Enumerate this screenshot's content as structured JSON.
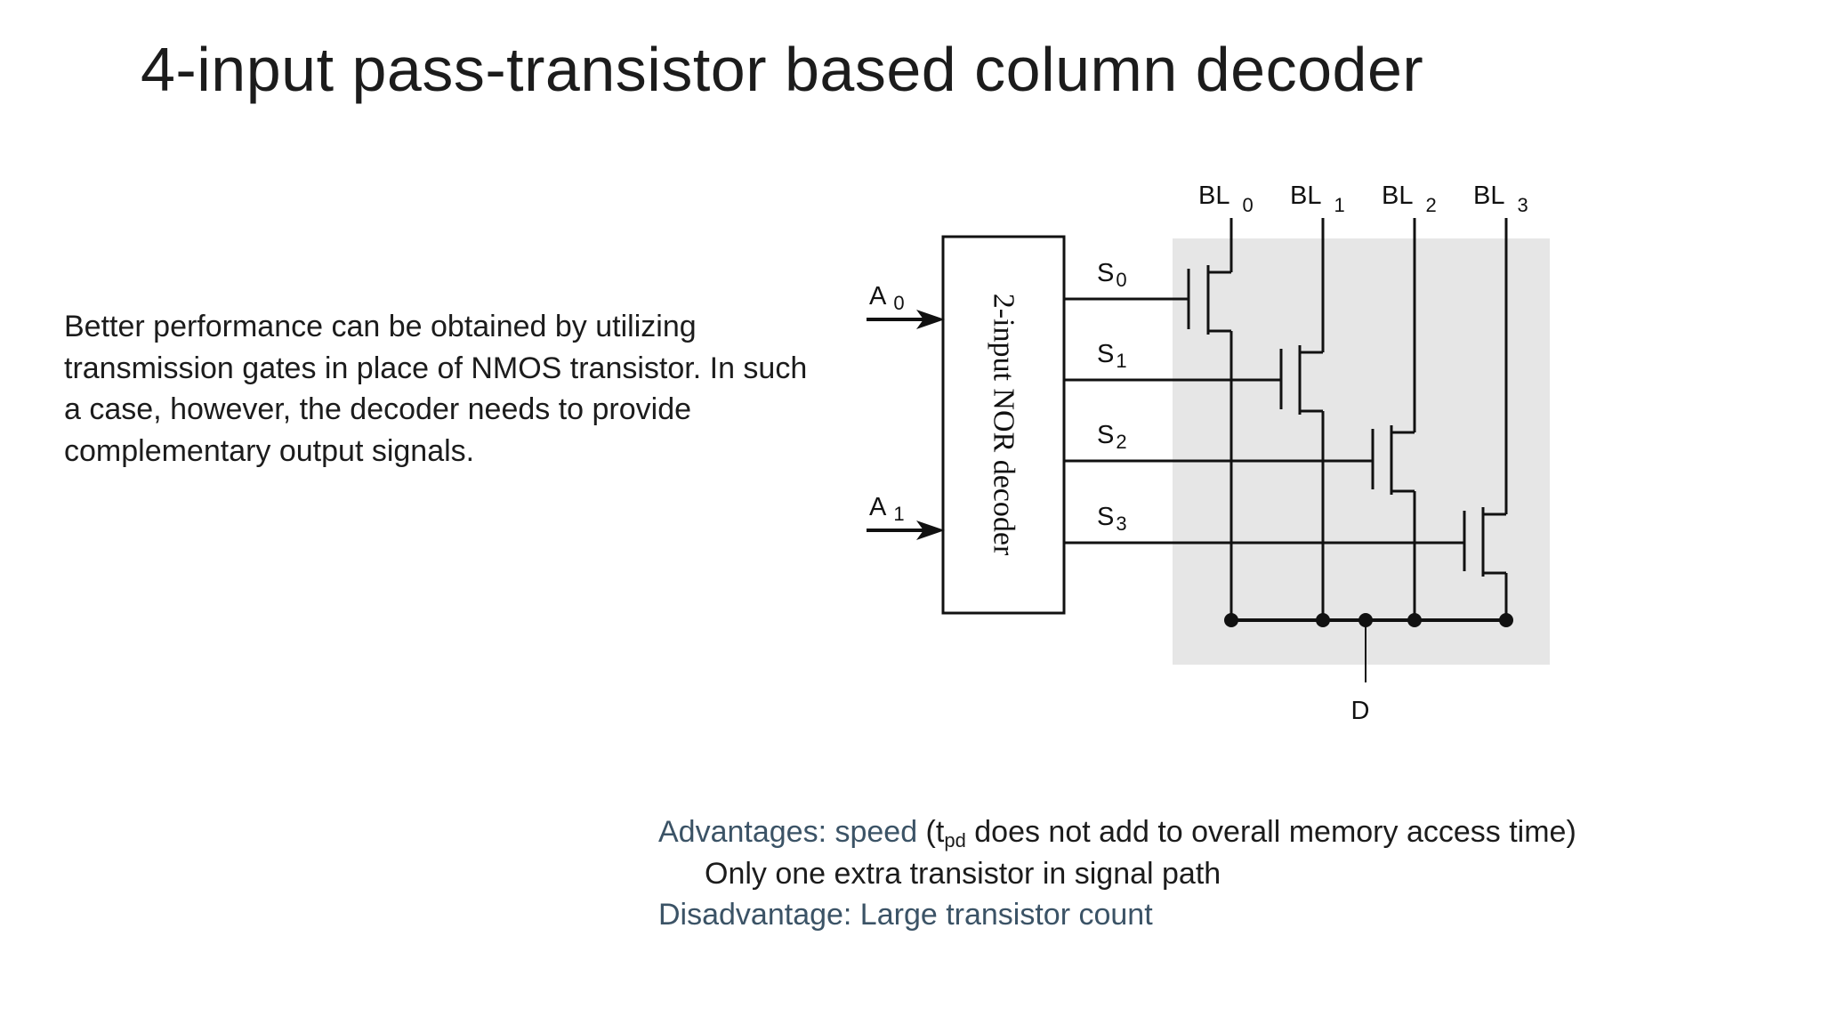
{
  "title": "4-input pass-transistor based column decoder",
  "body": "Better performance can be obtained by utilizing transmission gates in place of NMOS transistor. In such a case, however, the decoder needs to provide complementary output signals.",
  "diagram": {
    "decoder_label": "2-input NOR decoder",
    "inputs": [
      {
        "name": "A",
        "index": "0"
      },
      {
        "name": "A",
        "index": "1"
      }
    ],
    "select_lines": [
      {
        "name": "S",
        "index": "0"
      },
      {
        "name": "S",
        "index": "1"
      },
      {
        "name": "S",
        "index": "2"
      },
      {
        "name": "S",
        "index": "3"
      }
    ],
    "bitlines": [
      {
        "name": "BL",
        "index": "0"
      },
      {
        "name": "BL",
        "index": "1"
      },
      {
        "name": "BL",
        "index": "2"
      },
      {
        "name": "BL",
        "index": "3"
      }
    ],
    "output_label": "D"
  },
  "summary": {
    "adv_label": "Advantages: speed",
    "adv_open": " (t",
    "adv_sub": "pd",
    "adv_rest": " does not add to overall memory access time)",
    "line2": "Only one extra transistor in signal path",
    "disadvantage": "Disadvantage: Large transistor count"
  },
  "colors": {
    "accent": "#3b5366",
    "shade": "#e6e6e6",
    "ink": "#111111"
  }
}
